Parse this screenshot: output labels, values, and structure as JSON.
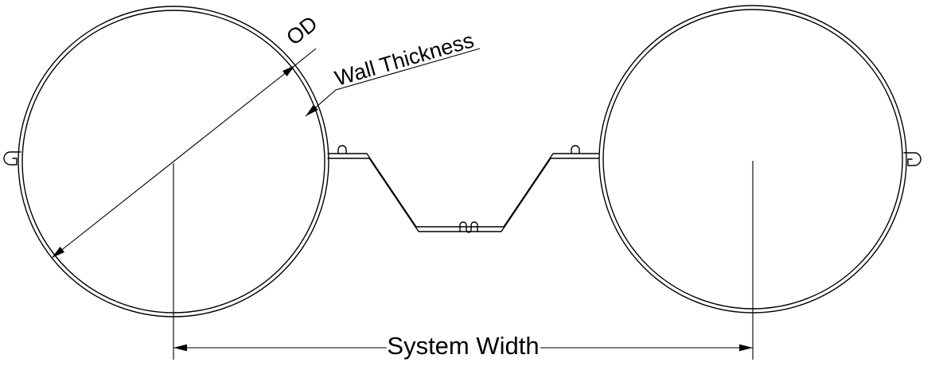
{
  "diagram": {
    "labels": {
      "od": "OD",
      "wall_thickness": "Wall Thickness",
      "system_width": "System Width"
    },
    "colors": {
      "line": "#000000",
      "background": "#ffffff"
    }
  }
}
